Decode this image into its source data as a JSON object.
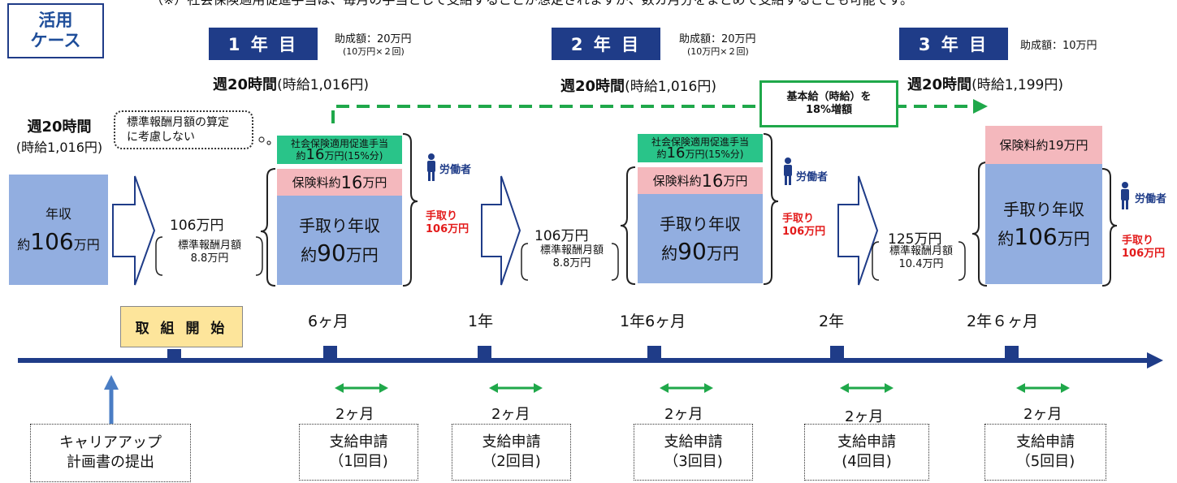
{
  "note": "（※）社会保険適用促進手当は、毎月の手当として支給することが想定されますが、数カ月分をまとめて支給することも可能です。",
  "case_label": [
    "活用",
    "ケース"
  ],
  "years": [
    {
      "label": "1 年 目",
      "grant": "助成額：20万円",
      "grant_sub": "(10万円×２回)"
    },
    {
      "label": "2 年 目",
      "grant": "助成額：20万円",
      "grant_sub": "(10万円×２回)"
    },
    {
      "label": "3 年 目",
      "grant": "助成額：10万円",
      "grant_sub": ""
    }
  ],
  "hours": [
    {
      "bold": "週20時間",
      "rest": "(時給1,016円)"
    },
    {
      "bold": "週20時間",
      "rest": "(時給1,016円)"
    },
    {
      "bold": "週20時間",
      "rest": "(時給1,199円)"
    }
  ],
  "initial": {
    "hours_bold": "週20時間",
    "hours_rest": "(時給1,016円)",
    "box_top": "年収",
    "box_pre": "約",
    "box_big": "106",
    "box_unit": "万円"
  },
  "callout": [
    "標準報酬月額の算定",
    "に考慮しない"
  ],
  "raise_box": [
    "基本給（時給）を",
    "18%増額"
  ],
  "blocks": [
    {
      "green_top": "社会保険適用促進手当",
      "green_pre": "約",
      "green_big": "16",
      "green_unit": "万円(15%分)",
      "pink_pre": "保険料約",
      "pink_big": "16",
      "pink_unit": "万円",
      "blue_top": "手取り年収",
      "blue_pre": "約",
      "blue_big": "90",
      "blue_unit": "万円",
      "worker": "労働者",
      "take": [
        "手取り",
        "106万円"
      ],
      "income": "106万円",
      "sub": [
        "標準報酬月額",
        "8.8万円"
      ]
    },
    {
      "green_top": "社会保険適用促進手当",
      "green_pre": "約",
      "green_big": "16",
      "green_unit": "万円(15%分)",
      "pink_pre": "保険料約",
      "pink_big": "16",
      "pink_unit": "万円",
      "blue_top": "手取り年収",
      "blue_pre": "約",
      "blue_big": "90",
      "blue_unit": "万円",
      "worker": "労働者",
      "take": [
        "手取り",
        "106万円"
      ],
      "income": "106万円",
      "sub": [
        "標準報酬月額",
        "8.8万円"
      ]
    },
    {
      "pink_pre": "保険料約",
      "pink_big": "",
      "pink_unit": "19万円",
      "blue_top": "手取り年収",
      "blue_pre": "約",
      "blue_big": "106",
      "blue_unit": "万円",
      "worker": "労働者",
      "take": [
        "手取り",
        "106万円"
      ],
      "income": "125万円",
      "sub": [
        "標準報酬月額",
        "10.4万円"
      ]
    }
  ],
  "timeline": {
    "start": "取 組 開 始",
    "ticks": [
      "6ヶ月",
      "1年",
      "1年6ヶ月",
      "2年",
      "2年６ヶ月"
    ],
    "duration": "2ヶ月",
    "career_plan": [
      "キャリアアップ",
      "計画書の提出"
    ],
    "applications": [
      [
        "支給申請",
        "（1回目)"
      ],
      [
        "支給申請",
        "（2回目)"
      ],
      [
        "支給申請",
        "（3回目)"
      ],
      [
        "支給申請",
        "(4回目)"
      ],
      [
        "支給申請",
        "（5回目)"
      ]
    ]
  },
  "colors": {
    "navy": "#1f3c88",
    "green": "#29c489",
    "pink": "#f4b8bd",
    "blue": "#92aee0",
    "red": "#e31b1b",
    "arrow_green": "#1fa84a"
  }
}
